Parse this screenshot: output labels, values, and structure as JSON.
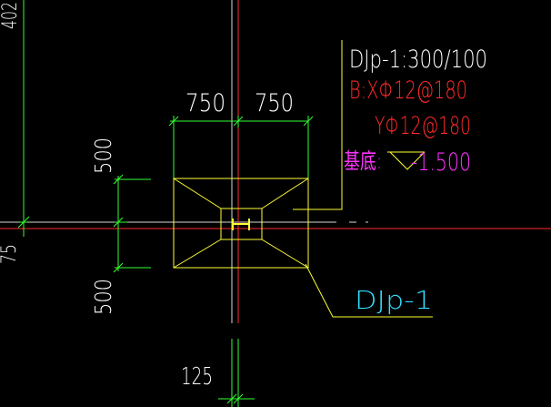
{
  "colors": {
    "background": "#000000",
    "axis_red": "#ff2a2a",
    "axis_white": "#d8d8d8",
    "dimension_green": "#33ff33",
    "outline_yellow": "#ffff33",
    "label_white": "#ffffff",
    "label_red": "#ff2a2a",
    "label_magenta": "#ff33ff",
    "label_cyan": "#33e0ff"
  },
  "dimensions": {
    "top_left": "750",
    "top_right": "750",
    "left_upper": "500",
    "left_lower": "500",
    "bottom": "125",
    "edge_top_left": "402",
    "edge_mid_left": "75"
  },
  "annotation": {
    "spec_line": "DJp-1:300/100",
    "rebar_x": "B:XΦ12@180",
    "rebar_y": "YΦ12@180",
    "base_label": "基底:",
    "base_level": "-1.500",
    "footing_tag": "DJp-1"
  },
  "icons": {
    "elevation_marker": "triangle-elevation-icon",
    "column_symbol": "i-beam-column-icon"
  }
}
